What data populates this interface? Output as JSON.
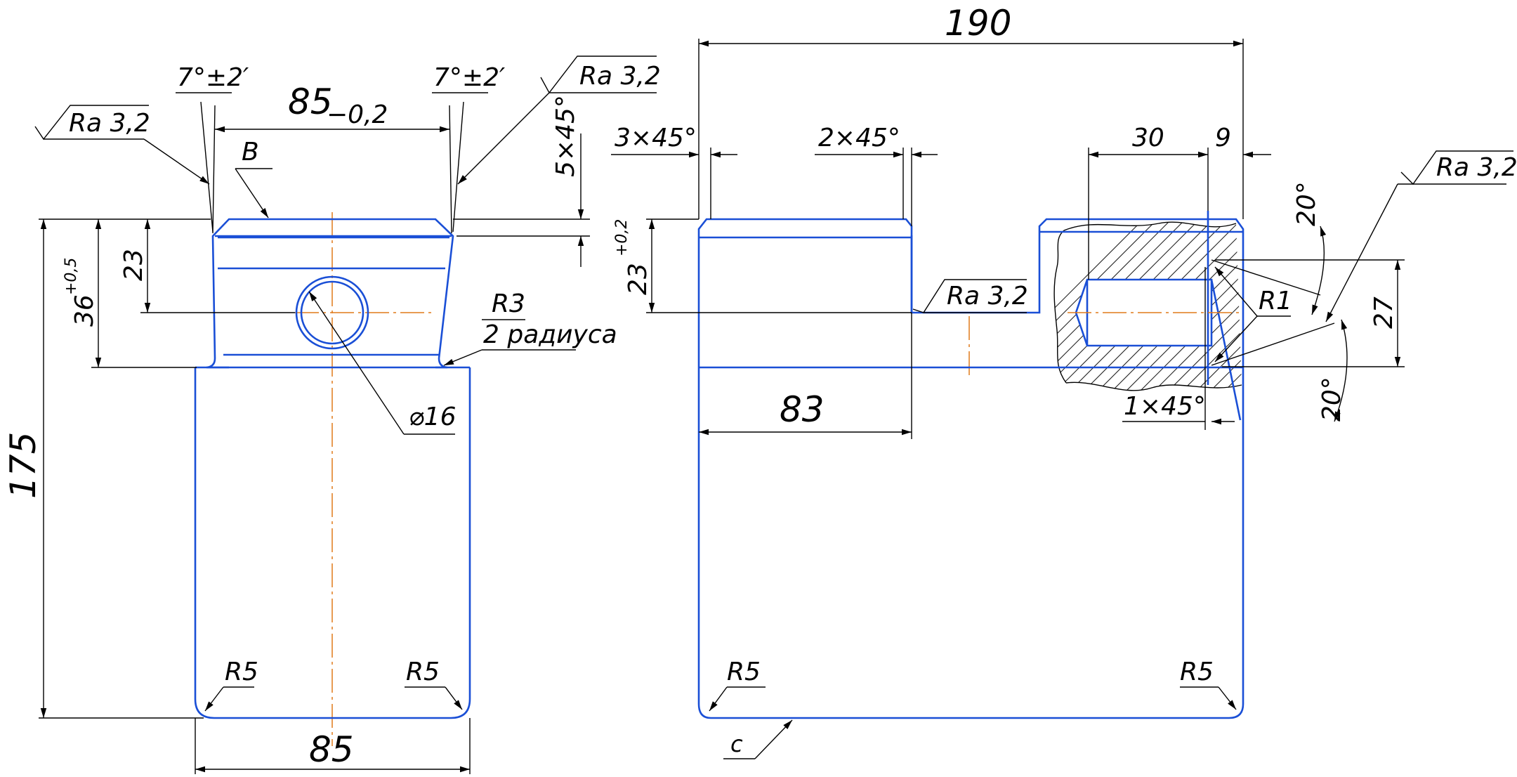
{
  "labels": {
    "top_left_angle": "7°±2′",
    "top_right_angle": "7°±2′",
    "width_85_main": "85",
    "width_85_tol": "−0,2",
    "ra_left": "Ra 3,2",
    "ra_top_right": "Ra 3,2",
    "ra_middle": "Ra 3,2",
    "ra_far_right": "Ra 3,2",
    "letter_b": "B",
    "letter_c": "c",
    "chamfer_5x45": "5×45°",
    "dim_23_left": "23",
    "dim_36": "36",
    "dim_36_tol": "+0,5",
    "dim_175": "175",
    "r3": "R3",
    "two_radii": "2 радиуса",
    "phi16": "⌀16",
    "r5_left_1": "R5",
    "r5_left_2": "R5",
    "r5_right_1": "R5",
    "r5_right_2": "R5",
    "dim_85_bottom": "85",
    "dim_190": "190",
    "chamfer_3x45": "3×45°",
    "chamfer_2x45": "2×45°",
    "dim_30": "30",
    "dim_9": "9",
    "dim_23_right": "23",
    "dim_23_right_tol": "+0,2",
    "dim_83": "83",
    "dim_27": "27",
    "r1": "R1",
    "angle_20_top": "20°",
    "angle_20_bottom": "20°",
    "chamfer_1x45": "1×45°"
  },
  "colors": {
    "part_outline": "#1a4fd6",
    "center_lines": "#e07a1a",
    "dimension_lines": "#000000"
  }
}
